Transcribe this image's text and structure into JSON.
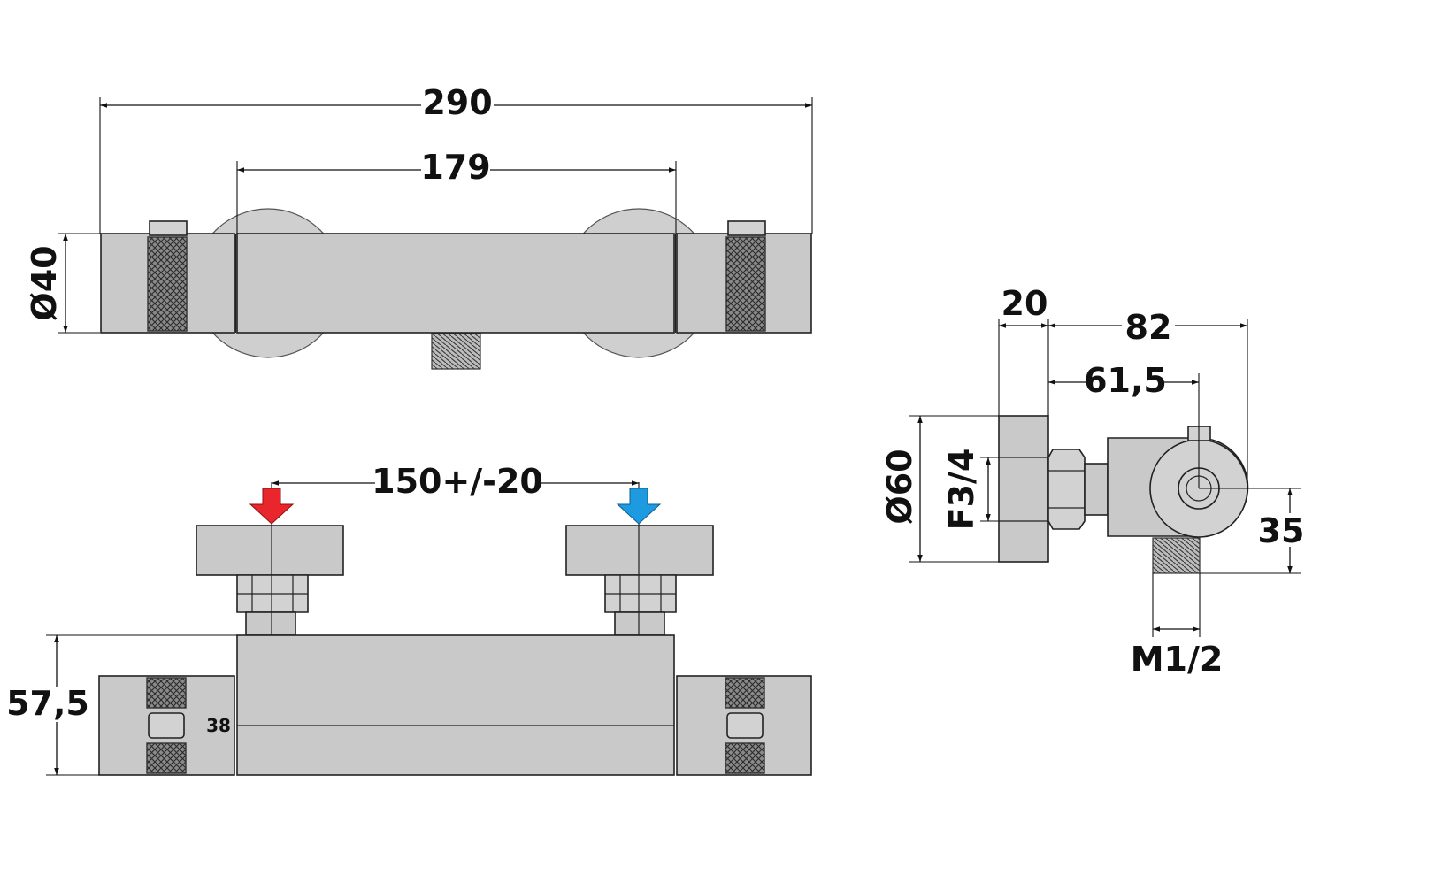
{
  "dimensions": {
    "overall_length": "290",
    "inlet_spacing_top": "179",
    "body_diameter": "Ø40",
    "inlet_spacing_adjust": "150+/-20",
    "height_front": "57,5",
    "small_label": "38",
    "eccentric_width": "20",
    "side_depth": "82",
    "outlet_offset": "61,5",
    "eccentric_diameter": "Ø60",
    "inlet_thread": "F3/4",
    "outlet_height": "35",
    "outlet_thread": "M1/2"
  },
  "colors": {
    "hot_arrow": "#e8262b",
    "cold_arrow": "#1e9be0",
    "body_fill": "#c9c9c9",
    "line": "#111111"
  }
}
